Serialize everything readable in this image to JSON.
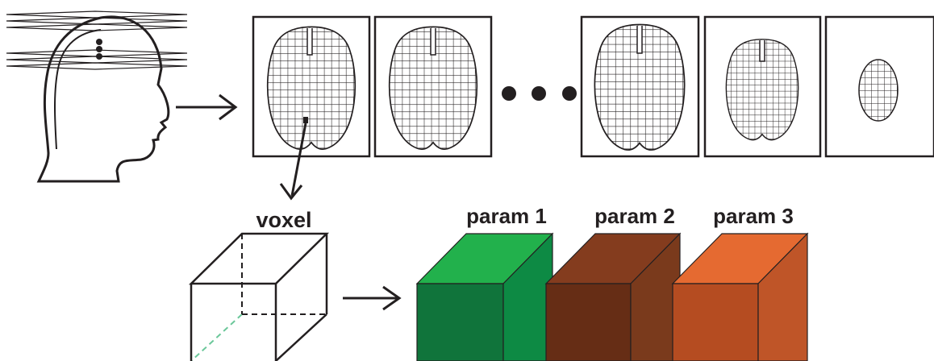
{
  "labels": {
    "voxel": "voxel",
    "param1": "param 1",
    "param2": "param 2",
    "param3": "param 3"
  },
  "colors": {
    "param1": {
      "front": "#10743b",
      "top": "#22b14c",
      "side": "#0d8a44"
    },
    "param2": {
      "front": "#662d15",
      "top": "#843c1e",
      "side": "#7a3a1c"
    },
    "param3": {
      "front": "#b54c21",
      "top": "#e56a31",
      "side": "#bf5528"
    },
    "stroke": "#231f20",
    "grid": "#231f20",
    "voxel_dash": "#6bc79a"
  },
  "icons": {
    "head": "head-profile-icon",
    "slices": "mri-slice-planes-icon",
    "brain": "brain-slice-grid-icon",
    "ellipsis": "ellipsis-dots-icon",
    "cube": "voxel-cube-icon"
  }
}
